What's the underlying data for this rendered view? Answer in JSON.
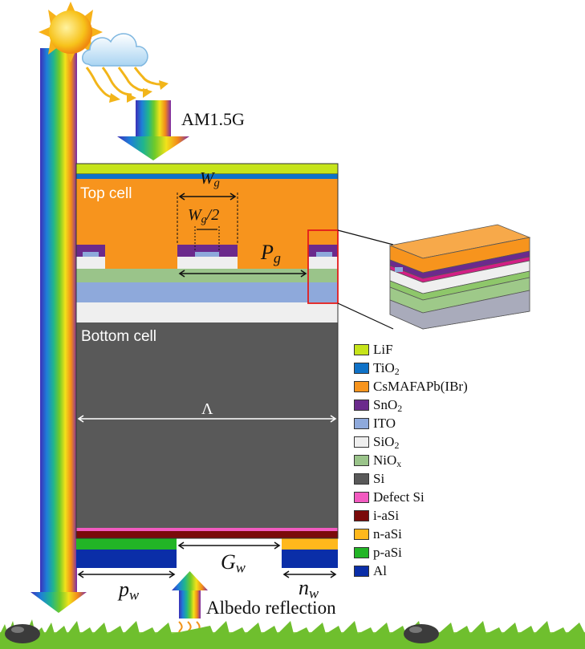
{
  "illumination": {
    "source_label": "AM1.5G",
    "albedo_label": "Albedo reflection"
  },
  "cell_labels": {
    "top": "Top cell",
    "bottom": "Bottom cell"
  },
  "dimensions": {
    "grating_width": "W",
    "grating_width_sub": "g",
    "half_width_prefix": "W",
    "half_width_sub": "g",
    "half_width_suffix": "/2",
    "grating_period": "P",
    "grating_period_sub": "g",
    "bottom_period": "Λ",
    "gap": "G",
    "gap_sub": "w",
    "p_contact": "p",
    "p_contact_sub": "w",
    "n_contact": "n",
    "n_contact_sub": "w"
  },
  "legend": [
    {
      "name": "LiF",
      "sub": "",
      "color": "#c6e41a"
    },
    {
      "name": "TiO",
      "sub": "2",
      "color": "#0f72c7"
    },
    {
      "name": "CsMAFAPb(IBr)",
      "sub": "",
      "color": "#f7941d"
    },
    {
      "name": "SnO",
      "sub": "2",
      "color": "#6b2a8c"
    },
    {
      "name": "ITO",
      "sub": "",
      "color": "#8ea9db"
    },
    {
      "name": "SiO",
      "sub": "2",
      "color": "#efefef"
    },
    {
      "name": "NiO",
      "sub": "x",
      "color": "#9ac48a"
    },
    {
      "name": "Si",
      "sub": "",
      "color": "#595959"
    },
    {
      "name": "Defect Si",
      "sub": "",
      "color": "#f25ac0"
    },
    {
      "name": "i-aSi",
      "sub": "",
      "color": "#7a0a0a"
    },
    {
      "name": "n-aSi",
      "sub": "",
      "color": "#ffb81c"
    },
    {
      "name": "p-aSi",
      "sub": "",
      "color": "#22b526"
    },
    {
      "name": "Al",
      "sub": "",
      "color": "#0a2ea8"
    }
  ]
}
